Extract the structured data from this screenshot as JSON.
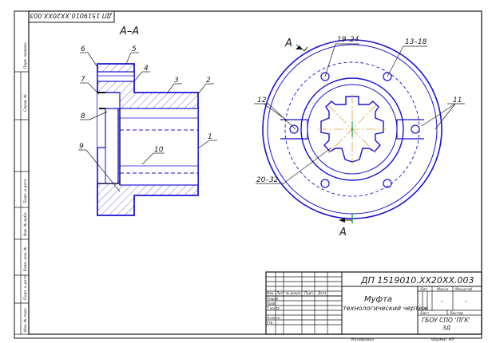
{
  "stamp": {
    "rotated_number": "ДП 1519010.ХХ20ХХ.003"
  },
  "section_label": "А–А",
  "cut_marker": {
    "letter_top": "А",
    "letter_bottom": "А"
  },
  "callouts_left": [
    "1",
    "2",
    "3",
    "4",
    "5",
    "6",
    "7",
    "8",
    "9",
    "10"
  ],
  "callouts_right": {
    "a": "19–24",
    "b": "13–18",
    "c": "12",
    "d": "11",
    "e": "20–32"
  },
  "title_block": {
    "designation": "ДП 1519010.ХХ20ХХ.003",
    "name_line1": "Муфта",
    "name_line2": "технологический чертеж",
    "col_lit": "Лит.",
    "col_mass": "Масса",
    "col_scale": "Масштаб",
    "dash1": "-",
    "dash2": "-",
    "sheet": "Лист",
    "sheets": "Листов",
    "org1": "ГБОУ СПО 'ПГК'",
    "org2": "3Д",
    "rows": [
      "Изм.",
      "Лист",
      "№ докум.",
      "Подп.",
      "Дата"
    ],
    "roles": [
      "Разраб.",
      "Пров.",
      "Т.контр.",
      "",
      "Н.контр.",
      "Утв."
    ],
    "copied": "Копировал",
    "format": "Формат А3"
  },
  "side_strip": {
    "labels": [
      "Перв. примен.",
      "Справ. №",
      "Подп. и дата",
      "Инв. № дубл.",
      "Взам. инв. №",
      "Подп. и дата",
      "Инв. № подл."
    ]
  }
}
